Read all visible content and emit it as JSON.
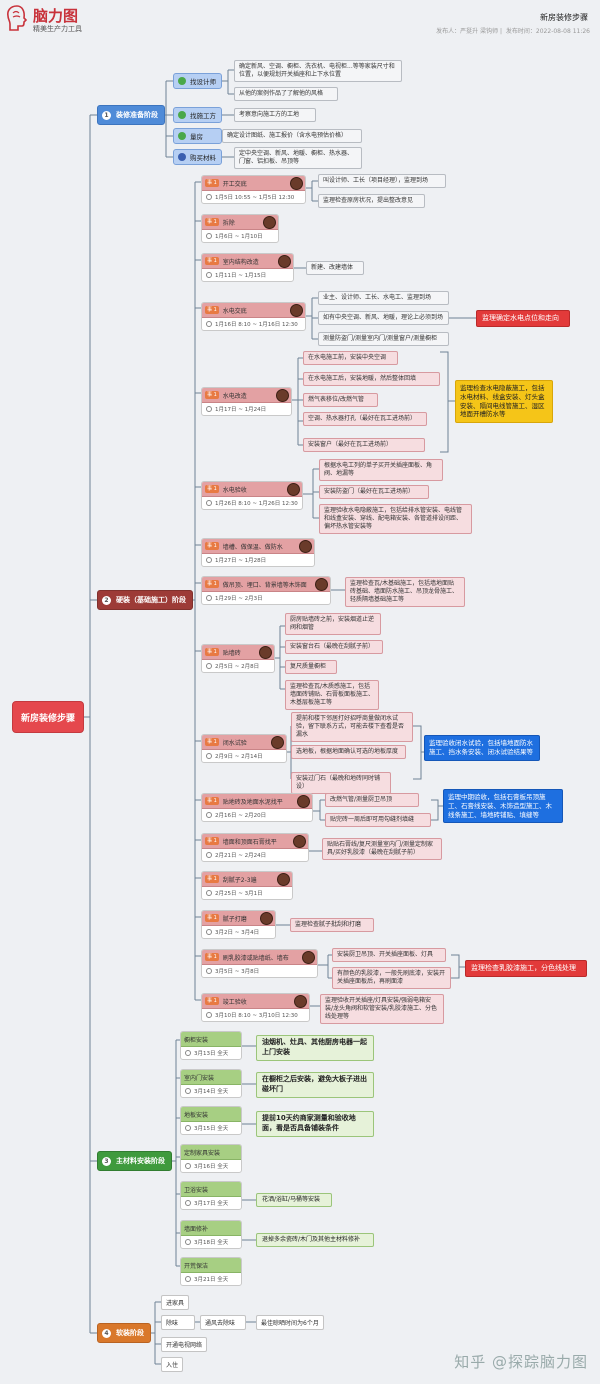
{
  "header": {
    "logo_title": "脑力图",
    "logo_sub": "精美生产力工具",
    "doc_title": "新房装修步骤",
    "meta_publisher": "发布人：严挺升 梁钩师",
    "meta_time": "发布时间：2022-08-08 11:26"
  },
  "root": "新房装修步骤",
  "phases": {
    "p1": {
      "num": "1",
      "label": "装修准备阶段"
    },
    "p2": {
      "num": "2",
      "label": "硬装（基础施工）阶段"
    },
    "p3": {
      "num": "3",
      "label": "主材料安装阶段"
    },
    "p4": {
      "num": "4",
      "label": "软装阶段"
    }
  },
  "prep": {
    "designer": "找设计师",
    "designer_n1": "确定新风、空调、橱柜、洗衣机、电视柜...等等家装尺寸和位置，以便规划开关插座和上下水位置",
    "designer_n2": "从他的案例作品了了解他的风格",
    "crew": "找施工方",
    "crew_n1": "考察意向施工方的工地",
    "quote": "量房",
    "quote_n1": "确定设计图纸、施工报价（含水电预估价格）",
    "buy": "购买材料",
    "buy_n1": "定中央空调、新风、地暖、橱柜、热水器、门窗、铝扣板、吊顶等"
  },
  "tag": "事 1",
  "tasks": {
    "t1": {
      "title": "开工交底",
      "date": "1月5日 10:55 ~ 1月5日 12:30"
    },
    "t2": {
      "title": "拆除",
      "date": "1月6日 ~ 1月10日"
    },
    "t3": {
      "title": "室内结构改造",
      "date": "1月11日 ~ 1月15日"
    },
    "t4": {
      "title": "水电交底",
      "date": "1月16日 8:10 ~ 1月16日 12:30"
    },
    "t5": {
      "title": "水电改造",
      "date": "1月17日 ~ 1月24日"
    },
    "t6": {
      "title": "水电验收",
      "date": "1月26日 8:10 ~ 1月26日 12:30"
    },
    "t7": {
      "title": "墙槽、做保温、做防水",
      "date": "1月27日 ~ 1月28日"
    },
    "t8": {
      "title": "做吊顶、埋口、背景墙等木饰面",
      "date": "1月29日 ~ 2月3日"
    },
    "t9": {
      "title": "贴墙砖",
      "date": "2月5日 ~ 2月8日"
    },
    "t10": {
      "title": "闭水试验",
      "date": "2月9日 ~ 2月14日"
    },
    "t11": {
      "title": "贴地砖及地面水泥找平",
      "date": "2月16日 ~ 2月20日"
    },
    "t12": {
      "title": "墙面和顶面石膏找平",
      "date": "2月21日 ~ 2月24日"
    },
    "t13": {
      "title": "刮腻子2-3遍",
      "date": "2月25日 ~ 3月1日"
    },
    "t14": {
      "title": "腻子打磨",
      "date": "3月2日 ~ 3月4日"
    },
    "t15": {
      "title": "刷乳胶漆或贴墙纸、墙布",
      "date": "3月5日 ~ 3月8日"
    },
    "t16": {
      "title": "竣工验收",
      "date": "3月10日 8:10 ~ 3月10日 12:30"
    }
  },
  "notes": {
    "t1a": "叫设计师、工长（项目经理），监理到场",
    "t1b": "监理检查原房状况，提出整改意见",
    "t3a": "新建、改建墙体",
    "t4a": "业主、设计师、工长、水电工、监理到场",
    "t4b": "如有中央空调、新风、地暖，理论上必须到场",
    "t4c": "测量防盗门/测量室内门/测量窗户/测量橱柜",
    "t4hl": "监理确定水电点位和走向",
    "t5a": "在水电施工前，安装中央空调",
    "t5b": "在水电施工后，安装地暖，然后整体回填",
    "t5c": "燃气表移位/改燃气管",
    "t5d": "空调、热水器打孔（最好在瓦工进场前）",
    "t5e": "安装窗户（最好在瓦工进场前）",
    "t5hl": "监理检查水电隐蔽施工，包括水电材料、线盒安装、灯头盒安装、隔间电线管施工、湿区地面开槽防水等",
    "t6a": "根据水电工列的单子买开关插座面板、角阀、地漏等",
    "t6b": "安装防盗门（最好在瓦工进场前）",
    "t6c": "监理验收水电隐蔽施工，包括给排水管安装、电线管和线盒安装、穿线、配电箱安装、各管道排设间距、偏坏热水管安装等",
    "t8a": "监理检查瓦/木基础施工，包括墙地面贴砖基础、墙面防水施工、吊顶龙骨施工、轻质隔墙基础施工等",
    "t9a": "厨房贴墙砖之前，安装烟道止逆阀和烟管",
    "t9b": "安装窗台石（最晚在刮腻子前）",
    "t9c": "复尺质量橱柜",
    "t9d": "监理检查瓦/木质感施工，包括墙面砖铺贴、石膏板面板施工、木基层板施工等",
    "t10a": "提前和楼下邻居打好招呼商量做闭水试验，留下联系方式，可能去楼下查看是否漏水",
    "t10b": "选地板，根据地面确认可选的地板厚度",
    "t10c": "安装过门石（最晚和地砖同时铺设）",
    "t10hl": "监理验收闭水试验，包括墙地面防水施工、挡水条安装、闭水试验结果等",
    "t11a": "改燃气管/测量厨卫吊顶",
    "t11b": "贴完砖一周后即可用勾缝剂填缝",
    "t11hl": "监理中期验收，包括石膏板吊顶施工、石膏线安装、木饰造型施工、木线条施工、墙地砖铺贴、填缝等",
    "t12a": "贴贴石膏线/复尺测量室内门/测量定制家具/买好乳胶漆（最晚在刮腻子前）",
    "t14a": "监理检查腻子批刮和打磨",
    "t15a": "安装厨卫吊顶、开关插座面板、灯具",
    "t15b": "有颜色的乳胶漆，一般先刷底漆，安装开关插座面板后，再刷面漆",
    "t15hl": "监理检查乳胶漆施工，分色线处理",
    "t16a": "监理验收开关插座/灯具安装/强弱电箱安装/龙头角阀和软管安装/乳胶漆施工、分色线处理等"
  },
  "install": {
    "i1": {
      "title": "橱柜安装",
      "date": "3月13日 全天"
    },
    "i1n": "油烟机、灶具、其他厨房电器一起上门安装",
    "i2": {
      "title": "室内门安装",
      "date": "3月14日 全天"
    },
    "i2n": "在橱柜之后安装，避免大板子进出碰坏门",
    "i3": {
      "title": "地板安装",
      "date": "3月15日 全天"
    },
    "i3n": "提前10天约商家测量和验收地面，看是否具备铺装条件",
    "i4": {
      "title": "定制家具安装",
      "date": "3月16日 全天"
    },
    "i5": {
      "title": "卫浴安装",
      "date": "3月17日 全天"
    },
    "i5n": "花洒/浴缸/马桶等安装",
    "i6": {
      "title": "墙面修补",
      "date": "3月18日 全天"
    },
    "i6n": "退掉多余瓷砖/木门及其他主材料修补",
    "i7": {
      "title": "开荒保洁",
      "date": "3月21日 全天"
    }
  },
  "soft": {
    "s1": "进家具",
    "s2": "除味",
    "s2a": "通风去除味",
    "s2b": "最佳晾晒时间为6个月",
    "s3": "开通电视网络",
    "s4": "入住"
  },
  "watermark": "知乎 @探踪脑力图"
}
